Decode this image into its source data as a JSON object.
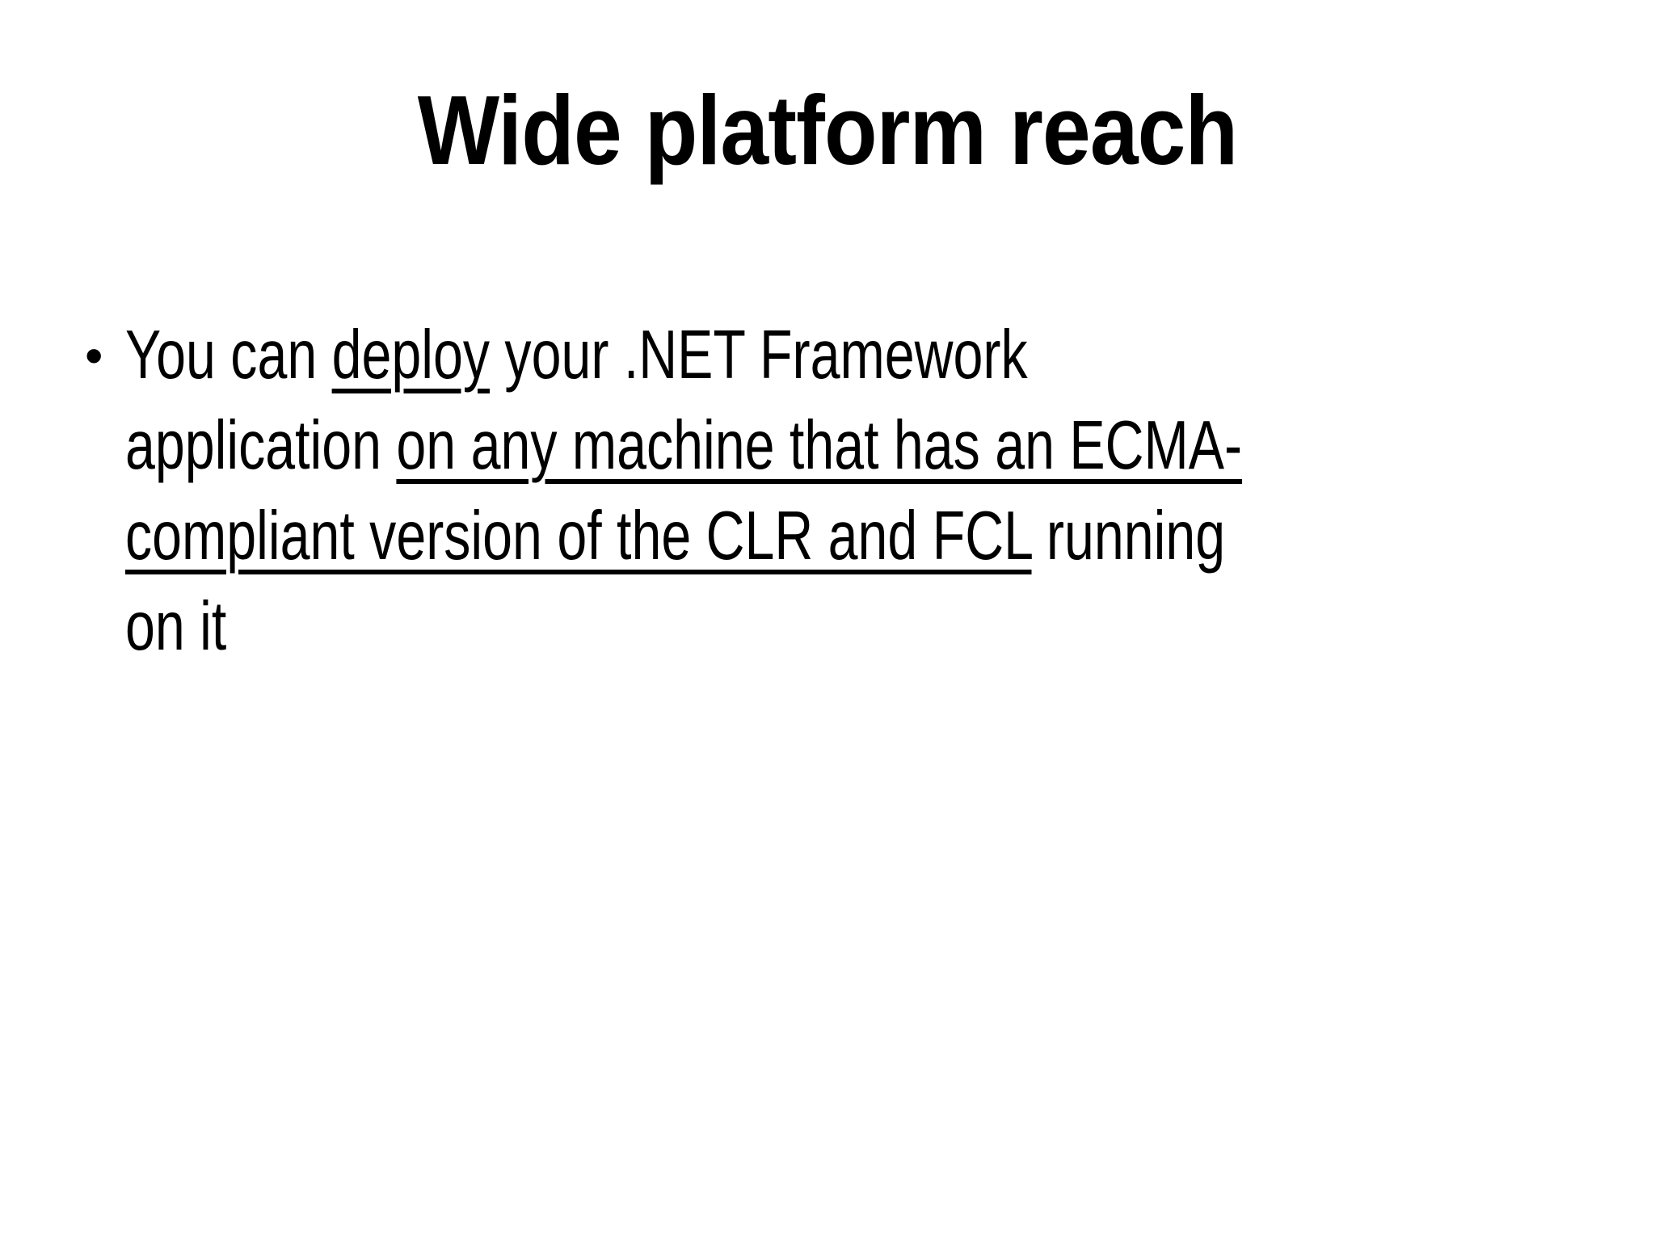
{
  "slide": {
    "title": "Wide platform reach",
    "bullet": {
      "marker": "•",
      "segments": [
        {
          "text": "You can ",
          "underline": false
        },
        {
          "text": "deploy",
          "underline": true
        },
        {
          "text": " your .NET Framework application ",
          "underline": false
        },
        {
          "text": "on any machine that has an ECMA-compliant version of the CLR and FCL",
          "underline": true
        },
        {
          "text": " running on it",
          "underline": false
        }
      ]
    },
    "colors": {
      "background": "#ffffff",
      "text": "#000000"
    }
  }
}
